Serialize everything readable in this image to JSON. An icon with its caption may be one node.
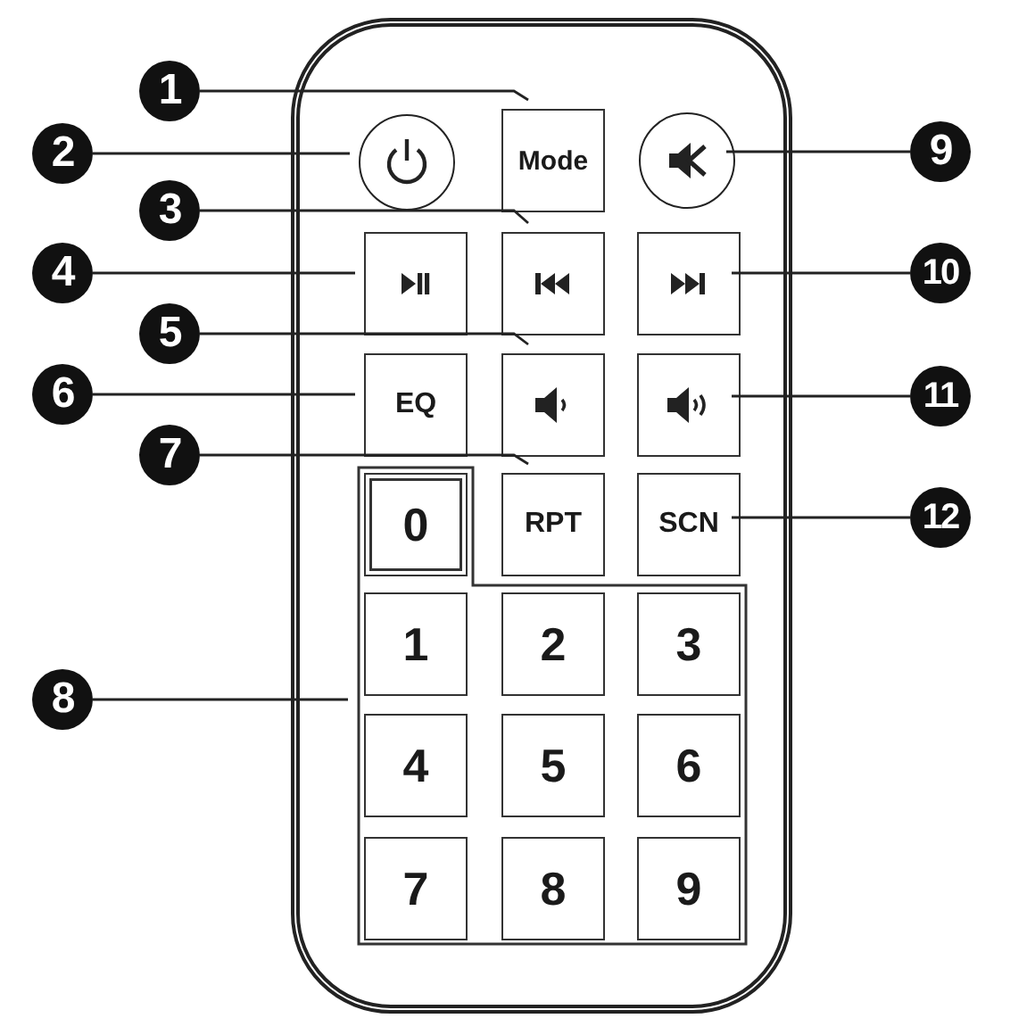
{
  "diagram": {
    "nodes": [
      {
        "text": [],
        "shape": "box"
      },
      {
        "text": [
          "1"
        ]
      },
      {
        "text": [
          "2"
        ]
      },
      {
        "text": [],
        "shape": "circle",
        "in": 0
      },
      {
        "text": [
          "Mode"
        ],
        "in": 0
      },
      {
        "text": [],
        "shape": "circle",
        "in": 0
      },
      {
        "text": [
          "9"
        ]
      },
      {
        "text": [
          "3"
        ]
      },
      {
        "text": [
          "4"
        ]
      },
      {
        "text": [],
        "shape": "box",
        "in": 0
      },
      {
        "text": [],
        "shape": "box",
        "in": 0
      },
      {
        "text": [],
        "shape": "box",
        "in": 0
      },
      {
        "text": [
          "10"
        ]
      },
      {
        "text": [
          "5"
        ]
      },
      {
        "text": [
          "6"
        ]
      },
      {
        "text": [
          "EQ"
        ],
        "in": 0
      },
      {
        "text": [],
        "shape": "box",
        "in": 0
      },
      {
        "text": [],
        "shape": "box",
        "in": 0
      },
      {
        "text": [
          "11"
        ]
      },
      {
        "text": [
          "7"
        ]
      },
      {
        "text": [],
        "shape": "box",
        "in": 0
      },
      {
        "text": [
          "0"
        ],
        "in": 20
      },
      {
        "text": [
          "RPT"
        ],
        "in": 0
      },
      {
        "text": [
          "SCN"
        ],
        "in": 0
      },
      {
        "text": [
          "12"
        ]
      },
      {
        "text": [
          "8"
        ]
      },
      {
        "text": [
          "1"
        ],
        "in": 20
      },
      {
        "text": [
          "2"
        ],
        "in": 20
      },
      {
        "text": [
          "3"
        ],
        "in": 20
      },
      {
        "text": [
          "4"
        ],
        "in": 20
      },
      {
        "text": [
          "5"
        ],
        "in": 20
      },
      {
        "text": [
          "6"
        ],
        "in": 20
      },
      {
        "text": [
          "7"
        ],
        "in": 20
      },
      {
        "text": [
          "8"
        ],
        "in": 20
      },
      {
        "text": [
          "9"
        ],
        "in": 20
      }
    ],
    "edges": [
      {
        "from": 1,
        "to": 4,
        "arrow": "none"
      },
      {
        "from": 2,
        "to": 3,
        "arrow": "none"
      },
      {
        "from": 6,
        "to": 5,
        "arrow": "none"
      },
      {
        "from": 7,
        "to": 10,
        "arrow": "none"
      },
      {
        "from": 8,
        "to": 9,
        "arrow": "none"
      },
      {
        "from": 12,
        "to": 11,
        "arrow": "none"
      },
      {
        "from": 13,
        "to": 16,
        "arrow": "none"
      },
      {
        "from": 14,
        "to": 15,
        "arrow": "none"
      },
      {
        "from": 18,
        "to": 17,
        "arrow": "none"
      },
      {
        "from": 19,
        "to": 22,
        "arrow": "none"
      },
      {
        "from": 24,
        "to": 23,
        "arrow": "none"
      },
      {
        "from": 25,
        "to": 20,
        "arrow": "none"
      }
    ]
  }
}
